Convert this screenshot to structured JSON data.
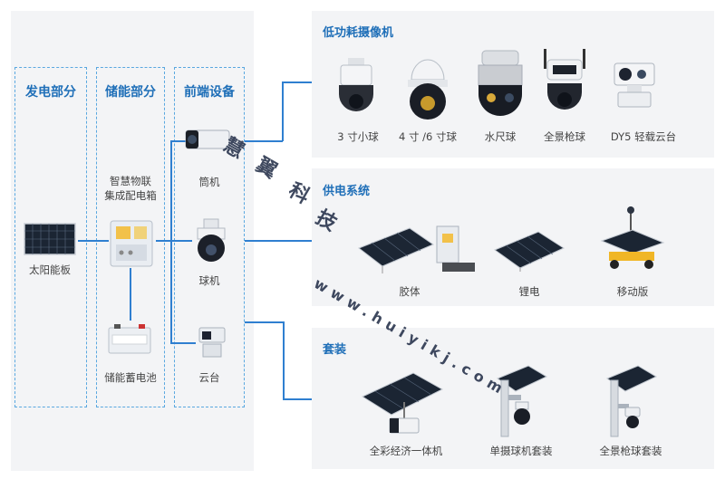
{
  "left": {
    "generation": {
      "title": "发电部分",
      "solar_label": "太阳能板"
    },
    "storage": {
      "title": "储能部分",
      "box_label_line1": "智慧物联",
      "box_label_line2": "集成配电箱",
      "battery_label": "储能蓄电池"
    },
    "frontend": {
      "title": "前端设备",
      "items": [
        {
          "label": "筒机"
        },
        {
          "label": "球机"
        },
        {
          "label": "云台"
        }
      ]
    }
  },
  "panels": {
    "cameras": {
      "title": "低功耗摄像机",
      "items": [
        {
          "label": "3 寸小球"
        },
        {
          "label": "4 寸 /6 寸球"
        },
        {
          "label": "水尺球"
        },
        {
          "label": "全景枪球"
        },
        {
          "label": "DY5 轻载云台"
        }
      ]
    },
    "power": {
      "title": "供电系统",
      "items": [
        {
          "label": "胶体"
        },
        {
          "label": "锂电"
        },
        {
          "label": "移动版"
        }
      ]
    },
    "kits": {
      "title": "套装",
      "items": [
        {
          "label": "全彩经济一体机"
        },
        {
          "label": "单摄球机套装"
        },
        {
          "label": "全景枪球套装"
        }
      ]
    }
  },
  "watermark": {
    "c1": "慧",
    "c2": "翼",
    "c3": "科",
    "c4": "技",
    "url": "www.huiyikj.com"
  },
  "colors": {
    "accent": "#1f6fb8",
    "line": "#2f7fd0",
    "dash": "#5aa8e0",
    "panel_bg": "#f3f4f6"
  }
}
